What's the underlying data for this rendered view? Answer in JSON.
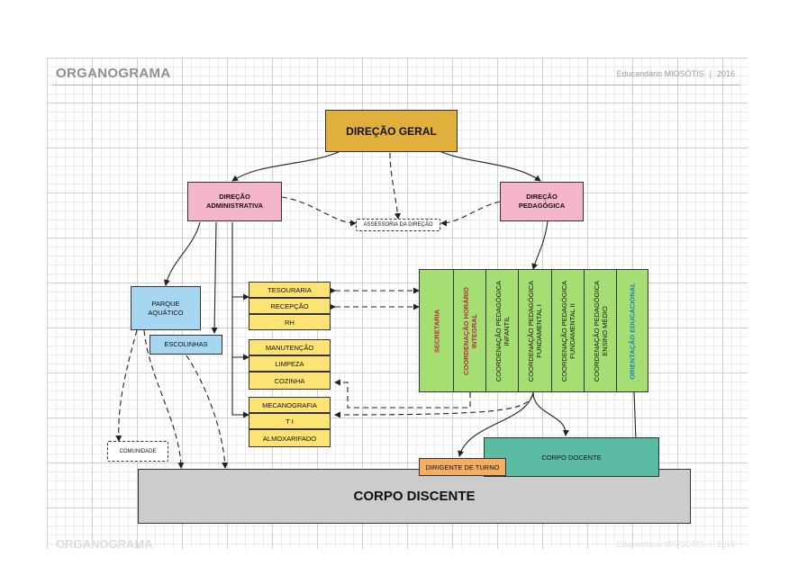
{
  "header": {
    "title": "ORGANOGRAMA",
    "school": "Educandário MIOSÓTIS",
    "separator": "|",
    "year": "2016"
  },
  "footer": {
    "title": "ORGANOGRAMA",
    "school": "Educandário MIOSÓTIS",
    "separator": "|",
    "year": "2016"
  },
  "nodes": {
    "direcao_geral": "DIREÇÃO GERAL",
    "direcao_administrativa": "DIREÇÃO\nADMINISTRATIVA",
    "direcao_pedagogica": "DIREÇÃO\nPEDAGÓGICA",
    "assessoria": "ASSESSORIA DA DIREÇÃO",
    "parque_aquatico": "PARQUE\nAQUÁTICO",
    "escolinhas": "ESCOLINHAS",
    "comunidade": "COMUNIDADE",
    "tesouraria": "TESOURARIA",
    "recepcao": "RECEPÇÃO",
    "rh": "RH",
    "manutencao": "MANUTENÇÃO",
    "limpeza": "LIMPEZA",
    "cozinha": "COZINHA",
    "mecanografia": "MECANOGRAFIA",
    "ti": "T I",
    "almoxarifado": "ALMOXARIFADO",
    "corpo_docente": "CORPO DOCENTE",
    "dirigente_de_turno": "DIRIGENTE DE TURNO",
    "corpo_discente": "CORPO DISCENTE"
  },
  "columns": [
    {
      "label": "SECRETARIA",
      "style": "red"
    },
    {
      "label": "COORDENAÇÃO HORÁRIO INTEGRAL",
      "style": "red"
    },
    {
      "label": "COORDENAÇÃO PEDAGÓGICA INFANTIL",
      "style": "plain"
    },
    {
      "label": "COORDENAÇÃO PEDAGÓGICA FUNDAMENTAL I",
      "style": "plain"
    },
    {
      "label": "COORDENAÇÃO PEDAGÓGICA FUNDAMENTAL II",
      "style": "plain"
    },
    {
      "label": "COORDENAÇÃO PEDAGÓGICA ENSINO MÉDIO",
      "style": "plain"
    },
    {
      "label": "ORIENTAÇÃO EDUCACIONAL",
      "style": "blue"
    }
  ]
}
